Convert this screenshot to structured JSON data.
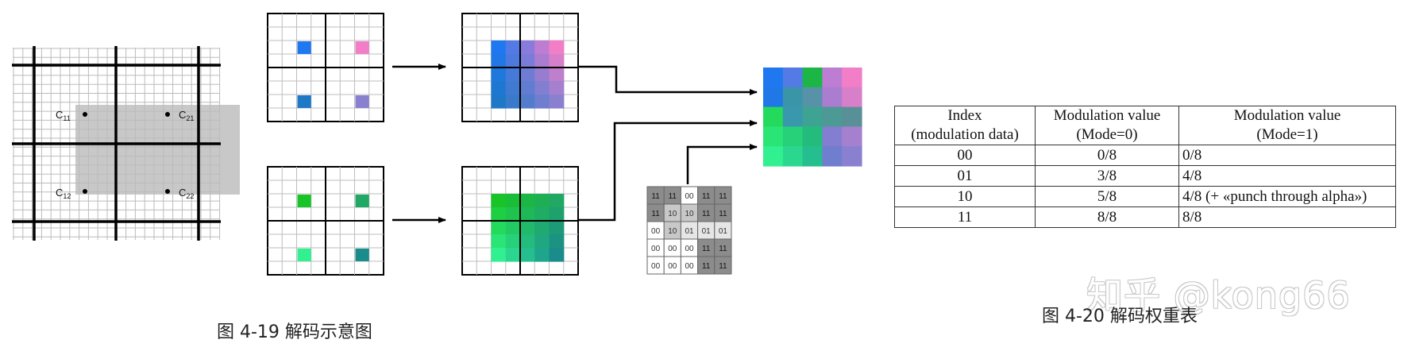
{
  "figure_left": {
    "corner_labels": {
      "c11": {
        "base": "C",
        "sub": "11"
      },
      "c21": {
        "base": "C",
        "sub": "21"
      },
      "c12": {
        "base": "C",
        "sub": "12"
      },
      "c22": {
        "base": "C",
        "sub": "22"
      }
    },
    "modulation_grid": [
      [
        "11",
        "11",
        "00",
        "11",
        "11"
      ],
      [
        "11",
        "10",
        "10",
        "11",
        "11"
      ],
      [
        "00",
        "10",
        "01",
        "01",
        "01"
      ],
      [
        "00",
        "00",
        "00",
        "11",
        "11"
      ],
      [
        "00",
        "00",
        "00",
        "11",
        "11"
      ]
    ],
    "colors": {
      "blue": "#1f78f0",
      "pink": "#f27ec8",
      "darkblue": "#1e78c8",
      "lavender": "#8a80d0",
      "green": "#18c428",
      "midgreen": "#20a864",
      "mint": "#30f090",
      "teal": "#1a8c8c"
    }
  },
  "caption_left": "图 4-19  解码示意图",
  "table": {
    "headers": [
      [
        "Index",
        "(modulation data)"
      ],
      [
        "Modulation value",
        "(Mode=0)"
      ],
      [
        "Modulation value",
        "(Mode=1)"
      ]
    ],
    "rows": [
      [
        "00",
        "0/8",
        "0/8"
      ],
      [
        "01",
        "3/8",
        "4/8"
      ],
      [
        "10",
        "5/8",
        "4/8 (+ «punch through alpha»)"
      ],
      [
        "11",
        "8/8",
        "8/8"
      ]
    ]
  },
  "caption_right": "图 4-20 解码权重表",
  "watermark": "知乎 @kong66"
}
